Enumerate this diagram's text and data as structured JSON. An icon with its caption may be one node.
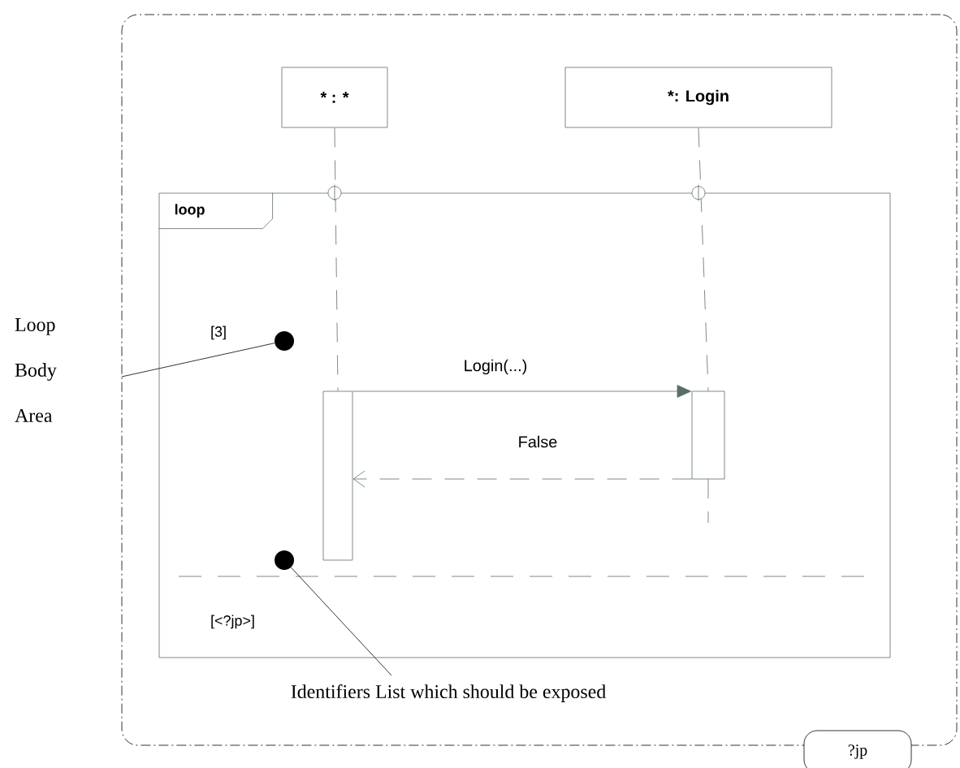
{
  "diagram": {
    "nodes": [
      {
        "text": [],
        "shape": "box"
      },
      {
        "text": [
          "* : *"
        ],
        "in": 0
      },
      {
        "text": [
          "*: Login"
        ],
        "in": 0
      },
      {
        "text": [
          "loop"
        ],
        "in": 0
      },
      {
        "text": [],
        "shape": "bar",
        "in": 3
      },
      {
        "text": [],
        "shape": "bar",
        "in": 3
      },
      {
        "text": [
          "Loop Body Area"
        ]
      },
      {
        "text": [],
        "shape": "circle",
        "in": 3
      },
      {
        "text": [],
        "shape": "circle",
        "in": 3
      },
      {
        "text": [
          "Identifiers List which should be exposed"
        ],
        "in": 0
      },
      {
        "text": [
          "?jp"
        ]
      }
    ],
    "edges": [
      {
        "from": 1,
        "to": 4,
        "arrow": "none",
        "style": "dashed"
      },
      {
        "from": 2,
        "to": 5,
        "arrow": "none",
        "style": "dashed"
      },
      {
        "from": 4,
        "to": 5,
        "arrow": "to",
        "label": "Login(...)"
      },
      {
        "from": 5,
        "to": 4,
        "arrow": "to",
        "label": "False",
        "style": "dashed"
      },
      {
        "from": 6,
        "to": 7,
        "arrow": "none",
        "color": "#000000"
      },
      {
        "from": 9,
        "to": 8,
        "arrow": "none",
        "color": "#000000"
      }
    ],
    "labels": [
      "[3]",
      "[<?jp>]"
    ]
  }
}
